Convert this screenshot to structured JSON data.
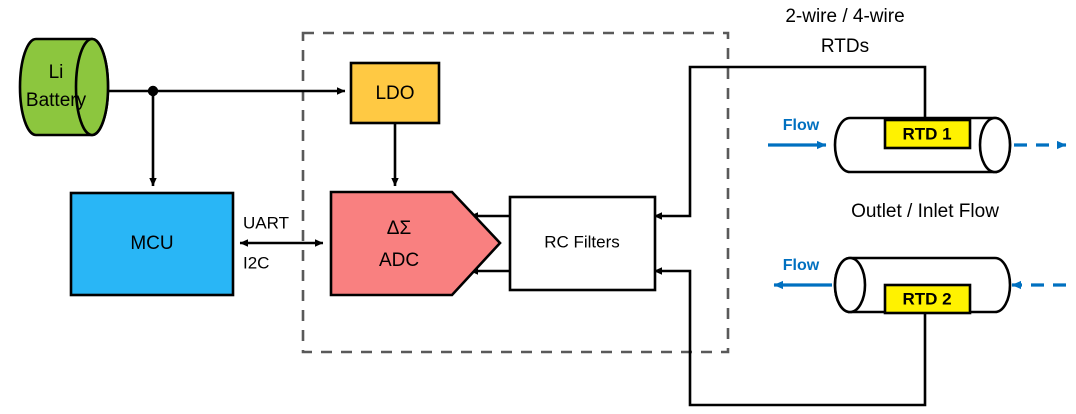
{
  "diagram": {
    "title": "RTD temperature sensing block diagram",
    "colors": {
      "battery_fill": "#8CC63E",
      "mcu_fill": "#29B6F6",
      "ldo_fill": "#FFC943",
      "adc_fill": "#F98080",
      "rtd_fill": "#FFF200",
      "pipe_fill": "#FFFFFF",
      "filter_fill": "#FFFFFF",
      "wire": "#000000",
      "flow_blue": "#0070C0",
      "dashed_border": "#595959"
    },
    "blocks": {
      "battery": {
        "line1": "Li",
        "line2": "Battery",
        "shape": "cylinder"
      },
      "mcu": {
        "label": "MCU",
        "shape": "rectangle"
      },
      "ldo": {
        "label": "LDO",
        "shape": "rectangle"
      },
      "adc": {
        "line1": "ΔΣ",
        "line2": "ADC",
        "shape": "pentagon-arrow"
      },
      "rc_filters": {
        "label": "RC Filters",
        "shape": "rectangle"
      }
    },
    "bus": {
      "line1": "UART",
      "line2": "I2C"
    },
    "notes": {
      "rtd_note_line1": "2-wire / 4-wire",
      "rtd_note_line2": "RTDs",
      "flow_note": "Outlet / Inlet Flow"
    },
    "pipes": [
      {
        "sensor_label": "RTD 1",
        "flow_label": "Flow",
        "flow_direction": "right",
        "cap_side": "right",
        "inlet_arrow_style": "solid",
        "outlet_arrow_style": "dashed"
      },
      {
        "sensor_label": "RTD 2",
        "flow_label": "Flow",
        "flow_direction": "left",
        "cap_side": "left",
        "inlet_arrow_style": "dashed",
        "outlet_arrow_style": "solid"
      }
    ]
  }
}
